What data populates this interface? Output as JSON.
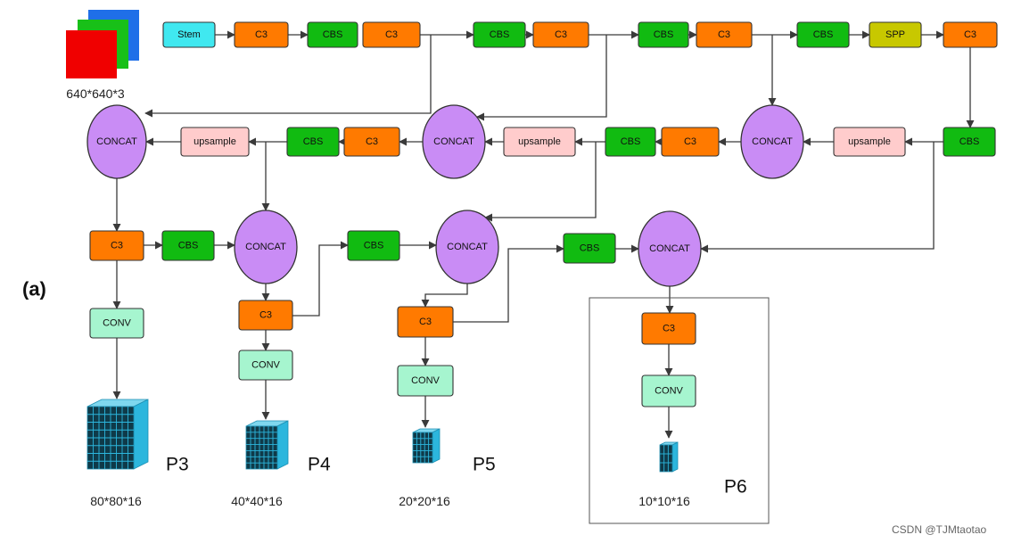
{
  "figure_label": "(a)",
  "input_size": "640*640*3",
  "credit": "CSDN @TJMtaotao",
  "colors": {
    "stem": "#40e8f0",
    "c3": "#ff7a00",
    "cbs": "#11bb11",
    "spp": "#c8c800",
    "concat": "#c98cf5",
    "upsample": "#ffcccc",
    "conv": "#a6f5cf",
    "feature": "#2cb6dd"
  },
  "diagram": {
    "nodes": [
      {
        "id": "stem",
        "type": "stem",
        "label": "Stem"
      },
      {
        "id": "c3_1",
        "type": "c3",
        "label": "C3"
      },
      {
        "id": "cbs_1",
        "type": "cbs",
        "label": "CBS"
      },
      {
        "id": "c3_2",
        "type": "c3",
        "label": "C3"
      },
      {
        "id": "cbs_2",
        "type": "cbs",
        "label": "CBS"
      },
      {
        "id": "c3_3",
        "type": "c3",
        "label": "C3"
      },
      {
        "id": "cbs_3",
        "type": "cbs",
        "label": "CBS"
      },
      {
        "id": "c3_4",
        "type": "c3",
        "label": "C3"
      },
      {
        "id": "cbs_4",
        "type": "cbs",
        "label": "CBS"
      },
      {
        "id": "spp",
        "type": "spp",
        "label": "SPP"
      },
      {
        "id": "c3_5",
        "type": "c3",
        "label": "C3"
      },
      {
        "id": "cbs_r2",
        "type": "cbs",
        "label": "CBS"
      },
      {
        "id": "up_3",
        "type": "upsample",
        "label": "upsample"
      },
      {
        "id": "concat_r3",
        "type": "concat",
        "label": "CONCAT"
      },
      {
        "id": "c3_r2",
        "type": "c3",
        "label": "C3"
      },
      {
        "id": "cbs_r2b",
        "type": "cbs",
        "label": "CBS"
      },
      {
        "id": "up_2",
        "type": "upsample",
        "label": "upsample"
      },
      {
        "id": "concat_r2",
        "type": "concat",
        "label": "CONCAT"
      },
      {
        "id": "c3_r1",
        "type": "c3",
        "label": "C3"
      },
      {
        "id": "cbs_r1",
        "type": "cbs",
        "label": "CBS"
      },
      {
        "id": "up_1",
        "type": "upsample",
        "label": "upsample"
      },
      {
        "id": "concat_r1",
        "type": "concat",
        "label": "CONCAT"
      },
      {
        "id": "c3_p3",
        "type": "c3",
        "label": "C3"
      },
      {
        "id": "cbs_d1",
        "type": "cbs",
        "label": "CBS"
      },
      {
        "id": "concat_d1",
        "type": "concat",
        "label": "CONCAT"
      },
      {
        "id": "cbs_d2",
        "type": "cbs",
        "label": "CBS"
      },
      {
        "id": "concat_d2",
        "type": "concat",
        "label": "CONCAT"
      },
      {
        "id": "cbs_d3",
        "type": "cbs",
        "label": "CBS"
      },
      {
        "id": "concat_d3",
        "type": "concat",
        "label": "CONCAT"
      },
      {
        "id": "c3_p4",
        "type": "c3",
        "label": "C3"
      },
      {
        "id": "c3_p5",
        "type": "c3",
        "label": "C3"
      },
      {
        "id": "c3_p6",
        "type": "c3",
        "label": "C3"
      },
      {
        "id": "conv_p3",
        "type": "conv",
        "label": "CONV"
      },
      {
        "id": "conv_p4",
        "type": "conv",
        "label": "CONV"
      },
      {
        "id": "conv_p5",
        "type": "conv",
        "label": "CONV"
      },
      {
        "id": "conv_p6",
        "type": "conv",
        "label": "CONV"
      }
    ],
    "outputs": [
      {
        "id": "p3",
        "label": "P3",
        "dims": "80*80*16"
      },
      {
        "id": "p4",
        "label": "P4",
        "dims": "40*40*16"
      },
      {
        "id": "p5",
        "label": "P5",
        "dims": "20*20*16"
      },
      {
        "id": "p6",
        "label": "P6",
        "dims": "10*10*16"
      }
    ]
  }
}
